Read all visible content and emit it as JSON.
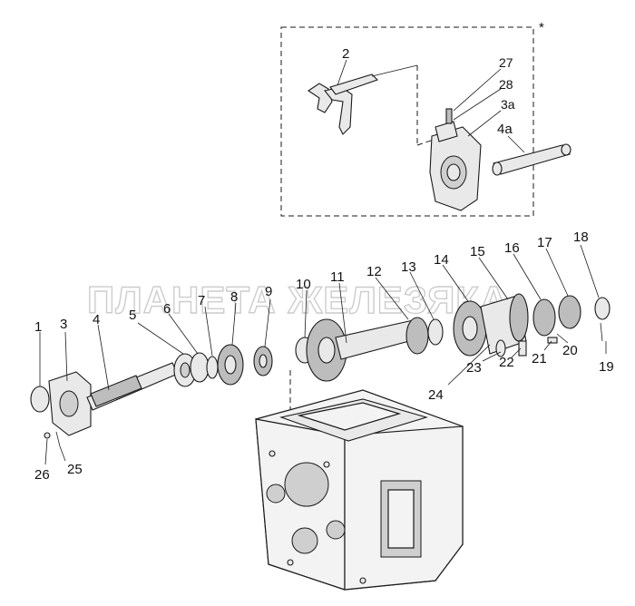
{
  "watermark": "ПЛАНЕТА ЖЕЛЕЗЯКА",
  "inset_marker": "*",
  "callouts": {
    "c1": "1",
    "c2": "2",
    "c3": "3",
    "c4": "4",
    "c5": "5",
    "c6": "6",
    "c7": "7",
    "c8": "8",
    "c9": "9",
    "c10": "10",
    "c11": "11",
    "c12": "12",
    "c13": "13",
    "c14": "14",
    "c15": "15",
    "c16": "16",
    "c17": "17",
    "c18": "18",
    "c19": "19",
    "c20": "20",
    "c21": "21",
    "c22": "22",
    "c23": "23",
    "c24": "24",
    "c25": "25",
    "c26": "26",
    "c27": "27",
    "c28": "28",
    "c3a": "3а",
    "c4a": "4а"
  }
}
